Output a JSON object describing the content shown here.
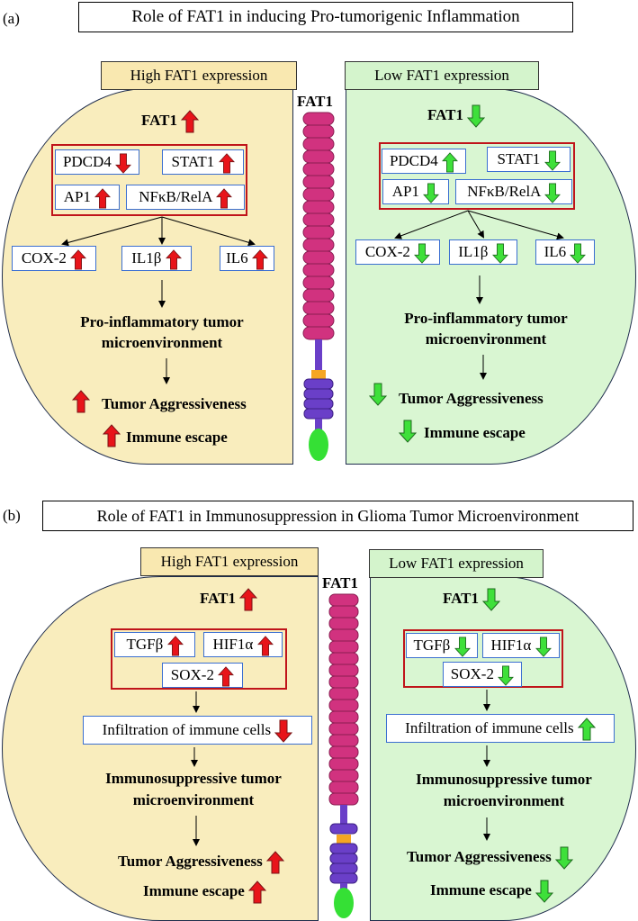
{
  "panel_a": {
    "label": "(a)",
    "title": "Role of FAT1 in inducing Pro-tumorigenic Inflammation",
    "receptor_label": "FAT1",
    "high": {
      "header": "High FAT1 expression",
      "fat1": "FAT1",
      "factors": [
        "PDCD4",
        "STAT1",
        "AP1",
        "NFκB/RelA"
      ],
      "factor_dirs": [
        "down",
        "up",
        "up",
        "up"
      ],
      "targets": [
        "COX-2",
        "IL1β",
        "IL6"
      ],
      "outcome_line1": "Pro-inflammatory tumor",
      "outcome_line2": "microenvironment",
      "aggressiveness": "Tumor Aggressiveness",
      "immune": "Immune escape"
    },
    "low": {
      "header": "Low FAT1 expression",
      "fat1": "FAT1",
      "factors": [
        "PDCD4",
        "STAT1",
        "AP1",
        "NFκB/RelA"
      ],
      "factor_dirs": [
        "up",
        "down",
        "down",
        "down"
      ],
      "targets": [
        "COX-2",
        "IL1β",
        "IL6"
      ],
      "outcome_line1": "Pro-inflammatory tumor",
      "outcome_line2": "microenvironment",
      "aggressiveness": "Tumor Aggressiveness",
      "immune": "Immune escape"
    }
  },
  "panel_b": {
    "label": "(b)",
    "title": "Role of FAT1 in Immunosuppression in Glioma Tumor Microenvironment",
    "receptor_label": "FAT1",
    "high": {
      "header": "High FAT1 expression",
      "fat1": "FAT1",
      "factors": [
        "TGFβ",
        "HIF1α",
        "SOX-2"
      ],
      "infiltration": "Infiltration of immune cells",
      "outcome_line1": "Immunosuppressive tumor",
      "outcome_line2": "microenvironment",
      "aggressiveness": "Tumor Aggressiveness",
      "immune": "Immune escape"
    },
    "low": {
      "header": "Low FAT1 expression",
      "fat1": "FAT1",
      "factors": [
        "TGFβ",
        "HIF1α",
        "SOX-2"
      ],
      "infiltration": "Infiltration of immune cells",
      "outcome_line1": "Immunosuppressive tumor",
      "outcome_line2": "microenvironment",
      "aggressiveness": "Tumor Aggressiveness",
      "immune": "Immune escape"
    }
  },
  "colors": {
    "up_arrow": "#e8141a",
    "down_arrow": "#3ee03a",
    "receptor_segment": "#d1327f",
    "receptor_tm": "#f5a623",
    "receptor_intracellular": "#6a3fc8",
    "receptor_tail": "#35e035",
    "high_bg": "#f9edbd",
    "low_bg": "#d9f6d2"
  }
}
